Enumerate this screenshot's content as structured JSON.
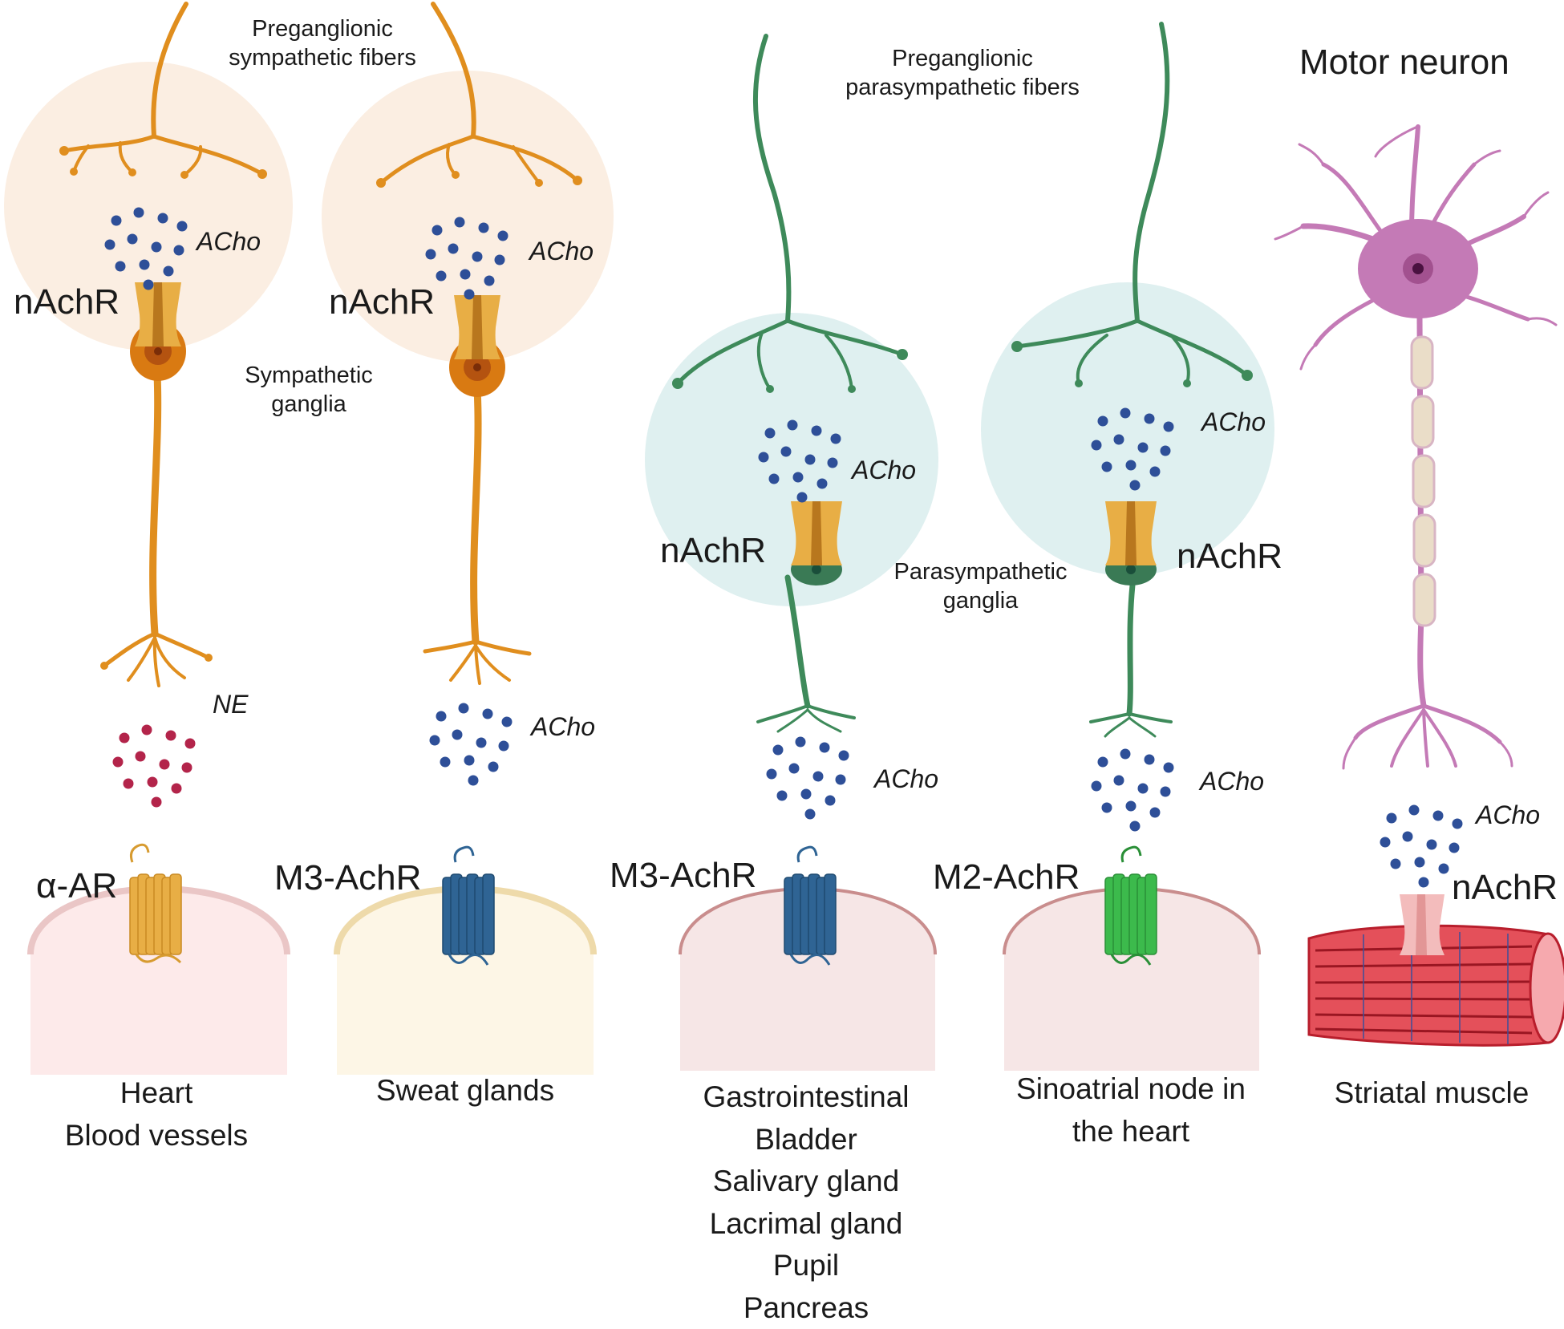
{
  "labels": {
    "pre_symp_1": "Preganglionic",
    "pre_symp_2": "sympathetic fibers",
    "pre_para_1": "Preganglionic",
    "pre_para_2": "parasympathetic fibers",
    "motor_neuron": "Motor neuron",
    "symp_ganglia_1": "Sympathetic",
    "symp_ganglia_2": "ganglia",
    "para_ganglia_1": "Parasympathetic",
    "para_ganglia_2": "ganglia",
    "nachr": "nAchR",
    "acho": "ACho",
    "ne": "NE",
    "alpha_ar": "α-AR",
    "m3_achr": "M3-AchR",
    "m2_achr": "M2-AchR"
  },
  "targets": {
    "heart_vessels": [
      "Heart",
      "Blood vessels"
    ],
    "sweat": [
      "Sweat glands"
    ],
    "gi": [
      "Gastrointestinal",
      "Bladder",
      "Salivary gland",
      "Lacrimal gland",
      "Pupil",
      "Pancreas"
    ],
    "sa_node": [
      "Sinoatrial node in",
      "the heart"
    ],
    "muscle": [
      "Striatal muscle"
    ]
  },
  "colors": {
    "sympathetic": "#e08e1e",
    "parasympathetic": "#3e8a5a",
    "motor": "#c47ab6",
    "ach_vesicle": "#2e4f98",
    "ne_vesicle": "#b3244a",
    "sympathetic_ganglion_bg": "#fbeee2",
    "parasympathetic_ganglion_bg": "#dff0f0",
    "m3_receptor": "#2f6494",
    "m2_receptor": "#3cba4c",
    "alpha_receptor": "#e8ae45"
  }
}
